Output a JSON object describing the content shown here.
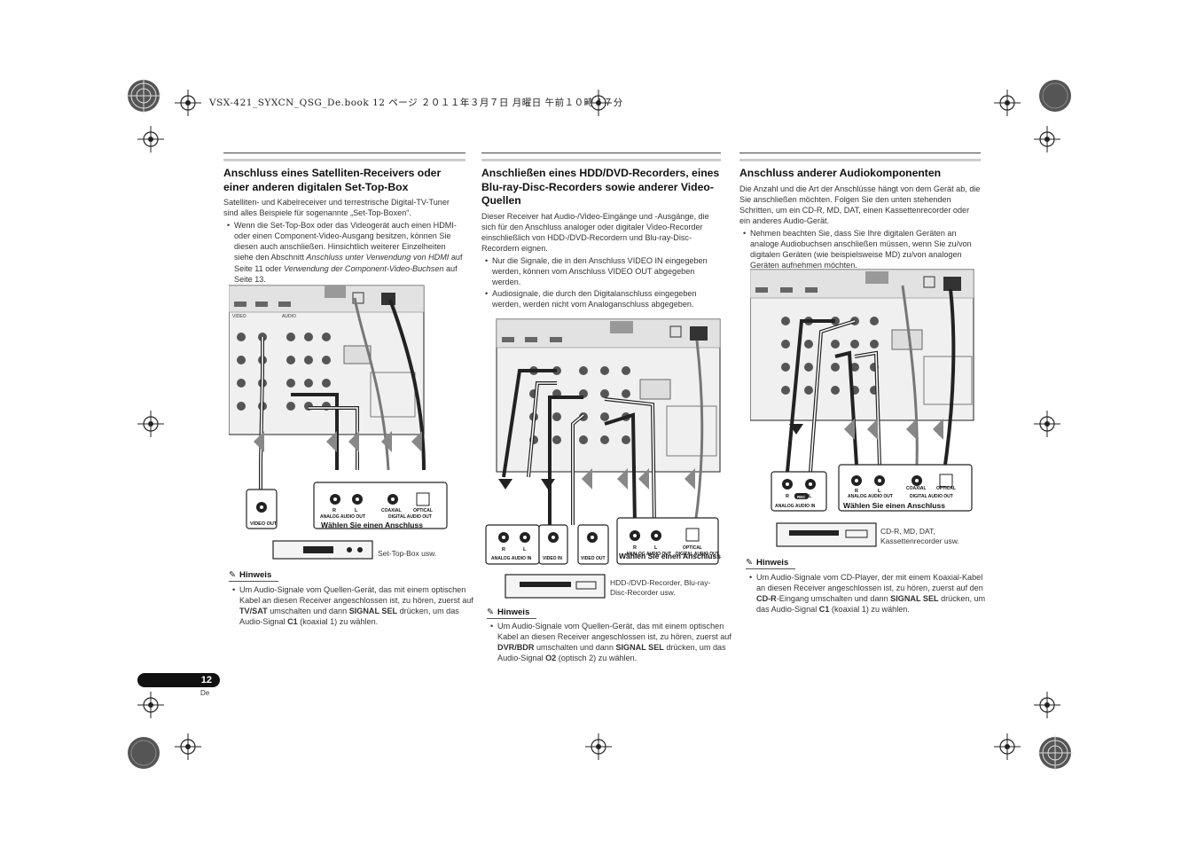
{
  "header_line": "VSX-421_SYXCN_QSG_De.book  12 ページ  ２０１１年３月７日  月曜日  午前１０時４７分",
  "col1": {
    "title": "Anschluss eines Satelliten-Receivers oder einer anderen digitalen Set-Top-Box",
    "intro": "Satelliten- und Kabelreceiver und terrestrische Digital-TV-Tuner sind alles Beispiele für sogenannte „Set-Top-Boxen“.",
    "bullet_a": "Wenn die Set-Top-Box oder das Videogerät auch einen HDMI- oder einen Component-Video-Ausgang besitzen, können Sie diesen auch anschließen. Hinsichtlich weiterer Einzelheiten siehe den Abschnitt ",
    "bullet_i1": "Anschluss unter Verwendung von HDMI",
    "bullet_b": " auf Seite 11 oder ",
    "bullet_i2": "Verwendung der Component-Video-Buchsen",
    "bullet_c": " auf Seite 13.",
    "diagram": {
      "labels": {
        "video_out": "VIDEO OUT",
        "analog_audio_out": "ANALOG AUDIO OUT",
        "coaxial": "COAXIAL",
        "optical": "OPTICAL",
        "digital_audio_out": "DIGITAL AUDIO OUT",
        "choose": "Wählen Sie einen Anschluss",
        "r": "R",
        "l": "L"
      },
      "device": "Set-Top-Box usw."
    },
    "note_title": "Hinweis",
    "note_a": "Um Audio-Signale vom Quellen-Gerät, das mit einem optischen Kabel an diesen Receiver angeschlossen ist, zu hören, zuerst auf ",
    "note_b1": "TV/SAT",
    "note_c": " umschalten und dann ",
    "note_b2": "SIGNAL SEL",
    "note_d": " drücken, um das Audio-Signal ",
    "note_b3": "C1",
    "note_e": " (koaxial 1) zu wählen."
  },
  "col2": {
    "title": "Anschließen eines HDD/DVD-Recorders, eines Blu-ray-Disc-Recorders sowie anderer Video-Quellen",
    "intro": "Dieser Receiver hat Audio-/Video-Eingänge und -Ausgänge, die sich für den Anschluss analoger oder digitaler Video-Recorder einschließlich von HDD-/DVD-Recordern und Blu-ray-Disc- Recordern eignen.",
    "bullet1": "Nur die Signale, die in den Anschluss VIDEO IN eingegeben werden, können vom Anschluss VIDEO OUT abgegeben werden.",
    "bullet2": "Audiosignale, die durch den Digitalanschluss eingegeben werden, werden nicht vom Analoganschluss abgegeben.",
    "diagram": {
      "labels": {
        "analog_audio_in": "ANALOG AUDIO IN",
        "video_in": "VIDEO IN",
        "video_out": "VIDEO OUT",
        "analog_audio_out": "ANALOG AUDIO OUT",
        "optical": "OPTICAL",
        "digital_audio_out": "DIGITAL AUDIO OUT",
        "choose": "Wählen Sie einen Anschluss",
        "r": "R",
        "l": "L"
      },
      "device": "HDD-/DVD-Recorder, Blu-ray-Disc-Recorder usw."
    },
    "note_title": "Hinweis",
    "note_a": "Um Audio-Signale vom Quellen-Gerät, das mit einem optischen Kabel an diesen Receiver angeschlossen ist, zu hören, zuerst auf ",
    "note_b1": "DVR/BDR",
    "note_c": " umschalten und dann ",
    "note_b2": "SIGNAL SEL",
    "note_d": " drücken, um das Audio-Signal ",
    "note_b3": "O2",
    "note_e": " (optisch 2) zu wählen."
  },
  "col3": {
    "title": "Anschluss anderer Audiokomponenten",
    "intro": "Die Anzahl und die Art der Anschlüsse hängt von dem Gerät ab, die Sie anschließen möchten. Folgen Sie den unten stehenden Schritten, um ein CD-R, MD, DAT, einen Kassettenrecorder oder ein anderes Audio-Gerät.",
    "bullet1": "Nehmen beachten Sie, dass Sie Ihre digitalen Geräten an analoge Audiobuchsen anschließen müssen, wenn Sie zu/von digitalen Geräten (wie beispielsweise MD) zu/von analogen Geräten aufnehmen möchten.",
    "diagram": {
      "labels": {
        "analog_audio_in": "ANALOG AUDIO IN",
        "rec": "REC",
        "analog_audio_out": "ANALOG AUDIO OUT",
        "coaxial": "COAXIAL",
        "optical": "OPTICAL",
        "digital_audio_out": "DIGITAL AUDIO OUT",
        "choose": "Wählen Sie einen Anschluss",
        "r": "R",
        "l": "L"
      },
      "device": "CD-R, MD, DAT, Kassettenrecorder usw."
    },
    "note_title": "Hinweis",
    "note_a": "Um Audio-Signale vom CD-Player, der mit einem Koaxial-Kabel an diesen Receiver angeschlossen ist, zu hören, zuerst auf den ",
    "note_b1": "CD-R",
    "note_c": "-Eingang umschalten und dann ",
    "note_b2": "SIGNAL SEL",
    "note_d": " drücken, um das Audio-Signal ",
    "note_b3": "C1",
    "note_e": " (koaxial 1) zu wählen."
  },
  "page_number": "12",
  "page_lang": "De"
}
